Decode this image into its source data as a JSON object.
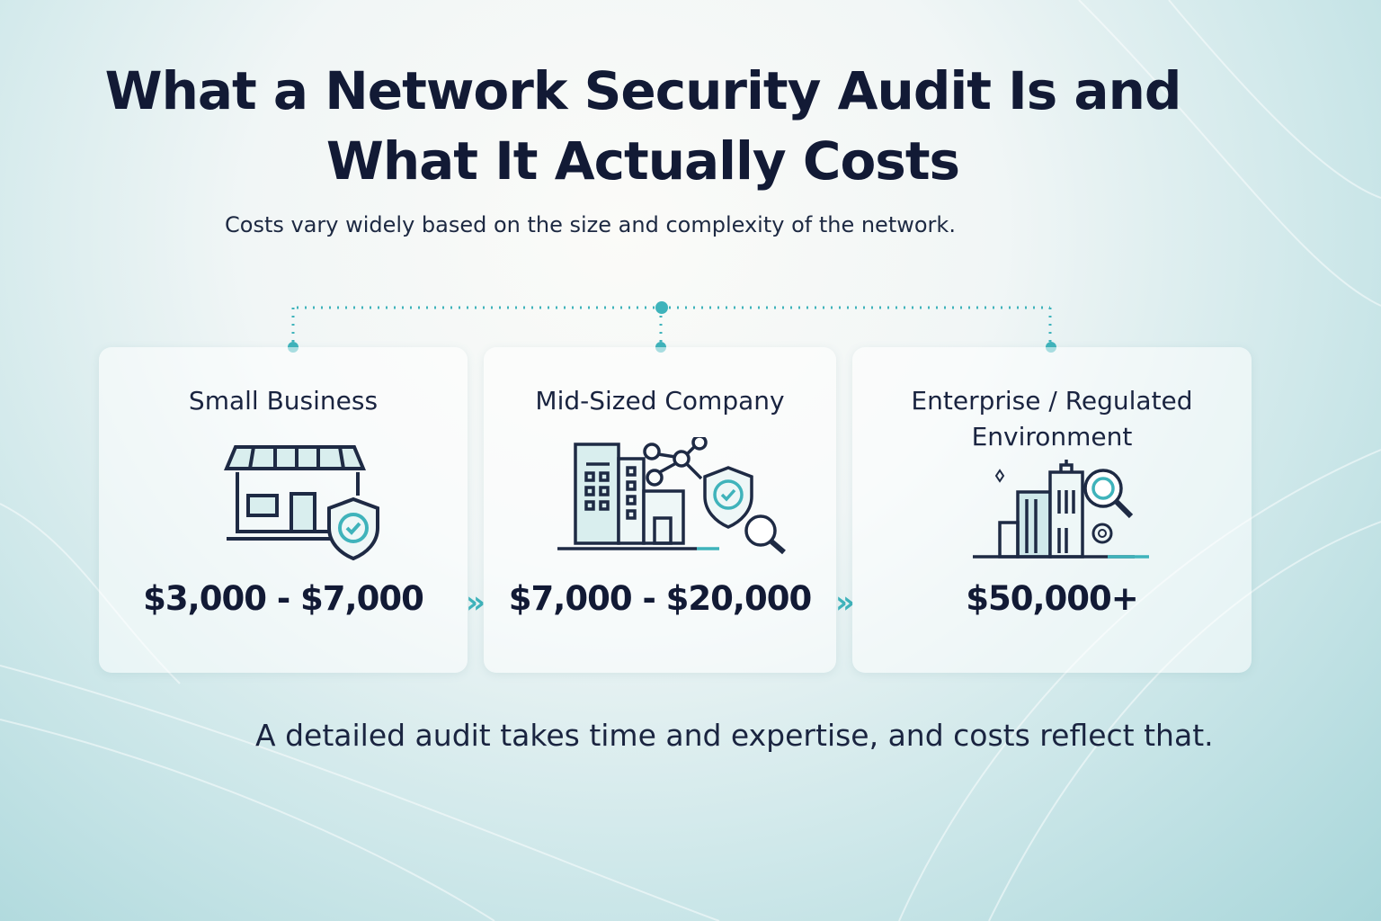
{
  "title_line1": "What a Network Security Audit Is and",
  "title_line2": "What It Actually Costs",
  "subtitle": "Costs vary widely based on the size and complexity of the network.",
  "tiers": [
    {
      "label": "Small Business",
      "price": "$3,000 - $7,000",
      "icon": "storefront-shield-icon"
    },
    {
      "label": "Mid-Sized Company",
      "price": "$7,000 - $20,000",
      "icon": "office-buildings-shield-magnifier-icon"
    },
    {
      "label": "Enterprise / Regulated Environment",
      "price": "$50,000+",
      "icon": "skyscrapers-magnifier-gear-icon"
    }
  ],
  "footer": "A detailed audit takes time and expertise, and costs reflect that.",
  "colors": {
    "accent": "#3fb3bb",
    "text": "#121a35"
  }
}
